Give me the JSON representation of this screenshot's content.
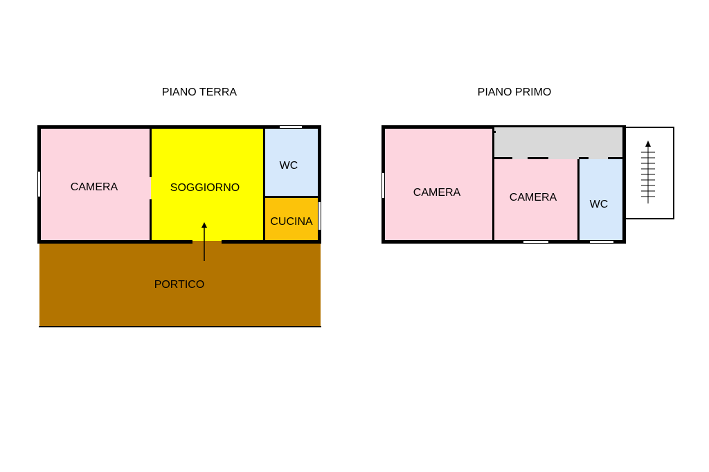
{
  "ground_floor": {
    "title": "PIANO TERRA",
    "rooms": {
      "camera": "CAMERA",
      "soggiorno": "SOGGIORNO",
      "wc": "WC",
      "cucina": "CUCINA",
      "portico": "PORTICO"
    }
  },
  "first_floor": {
    "title": "PIANO PRIMO",
    "rooms": {
      "camera_left": "CAMERA",
      "camera_right": "CAMERA",
      "wc": "WC"
    }
  },
  "colors": {
    "camera": "#fdd5df",
    "soggiorno": "#ffff00",
    "wc": "#d6e8fb",
    "cucina": "#fcc30a",
    "portico": "#b37400",
    "corridor": "#d9d9d9",
    "wall": "#000000"
  }
}
